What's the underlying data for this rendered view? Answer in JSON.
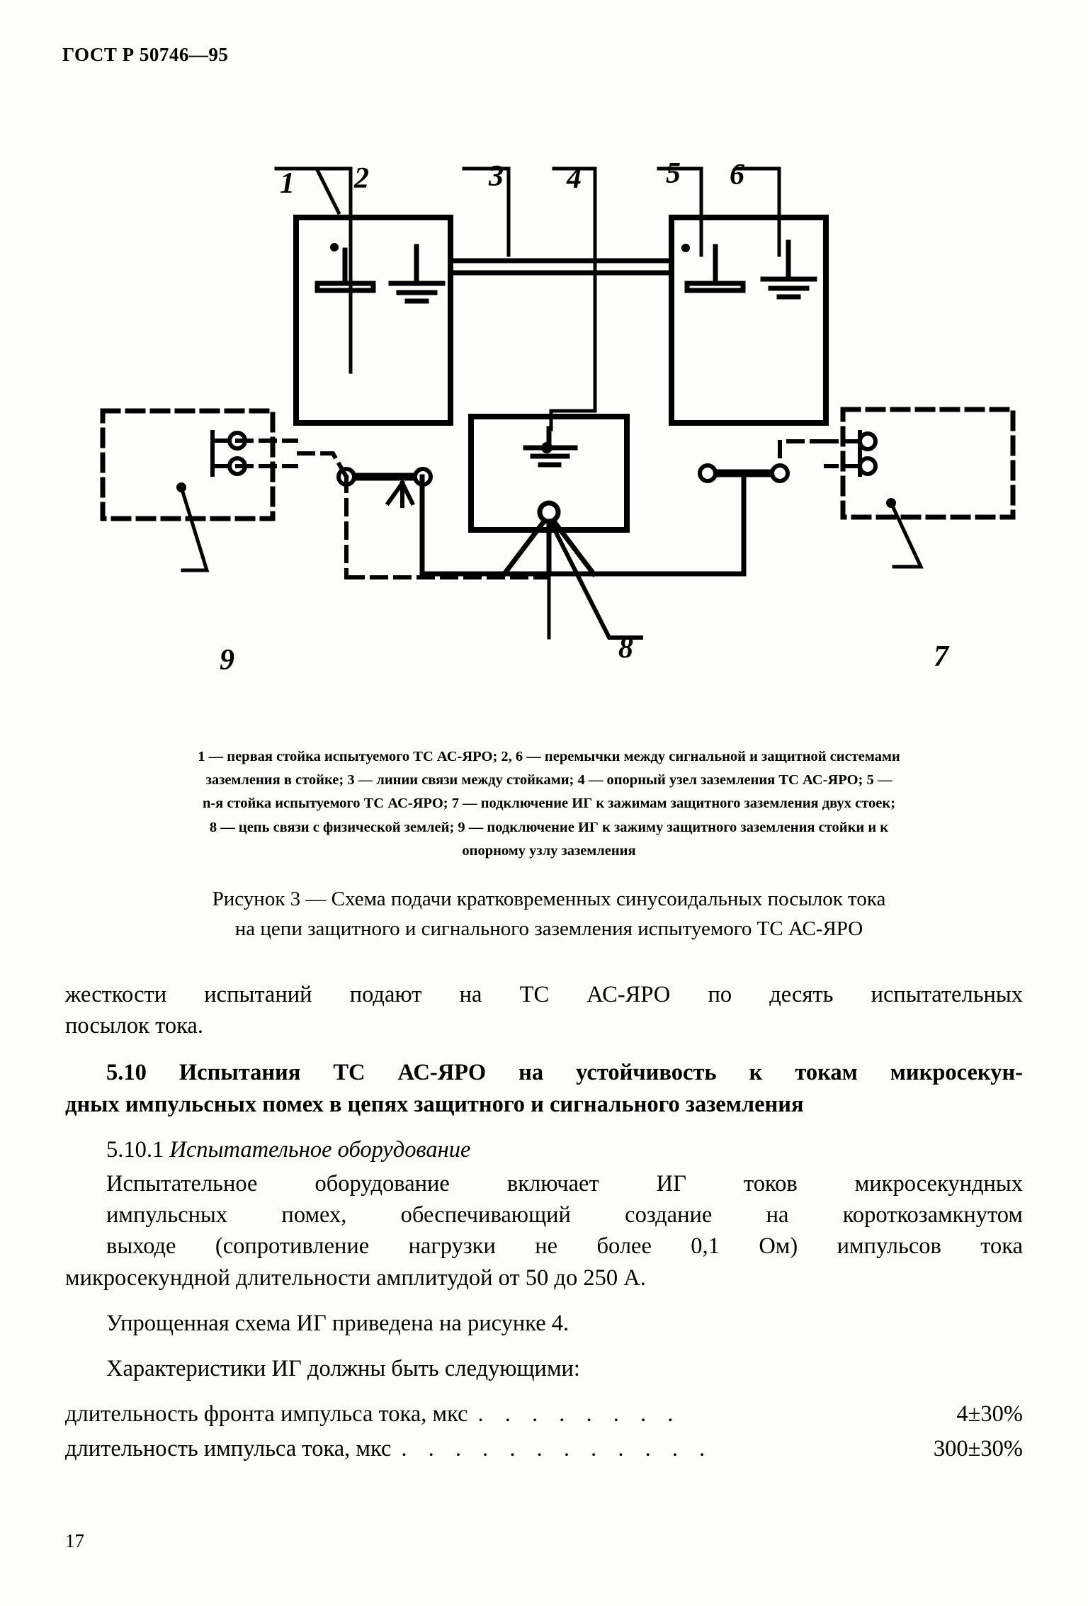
{
  "document": {
    "header": "ГОСТ Р 50746—95",
    "page_number": "17"
  },
  "figure": {
    "callouts": [
      "1",
      "2",
      "3",
      "4",
      "5",
      "6",
      "7",
      "8",
      "9"
    ],
    "legend_lines": [
      "1 — первая стойка испытуемого ТС АС-ЯРО; 2, 6 — перемычки  между сигнальной и защитной системами",
      "заземления в стойке; 3 — линии связи между стойками; 4 — опорный узел заземления ТС АС-ЯРО; 5 —",
      "n-я стойка испытуемого ТС АС-ЯРО; 7 — подключение ИГ к зажимам защитного заземления двух стоек;",
      "8 — цепь связи с физической землей; 9 — подключение ИГ к зажиму защитного заземления стойки и к",
      "опорному узлу заземления"
    ],
    "caption_lines": [
      "Рисунок 3 — Схема подачи кратковременных синусоидальных посылок тока",
      "на цепи защитного и сигнального заземления испытуемого ТС АС-ЯРО"
    ]
  },
  "body": {
    "paragraph_1_lines": [
      "жесткости испытаний подают на ТС АС-ЯРО по десять испытательных",
      "посылок тока."
    ],
    "section_5_10_lines": [
      "5.10 Испытания ТС АС-ЯРО на устойчивость к токам микросекун-",
      "дных импульсных помех в цепях защитного и сигнального заземления"
    ],
    "section_5_10_1_number": "5.10.1",
    "section_5_10_1_title": "Испытательное оборудование",
    "paragraph_2_lines": [
      "Испытательное оборудование включает ИГ токов микросекундных",
      "импульсных помех, обеспечивающий создание на короткозамкнутом",
      "выходе (сопротивление нагрузки не более 0,1 Ом) импульсов тока",
      "микросекундной длительности амплитудой от 50 до 250 А."
    ],
    "paragraph_3": "Упрощенная схема ИГ приведена на рисунке 4.",
    "paragraph_4": "Характеристики ИГ должны быть следующими:",
    "characteristics": [
      {
        "label": "длительность фронта импульса тока, мкс",
        "dots": ". . . . . . . .",
        "value": "4±30%"
      },
      {
        "label": "длительность импульса тока, мкс",
        "dots": ". . . . . . . . . . . .",
        "value": "300±30%"
      }
    ]
  },
  "colors": {
    "ink": "#000000",
    "paper": "#fdfdfb"
  }
}
